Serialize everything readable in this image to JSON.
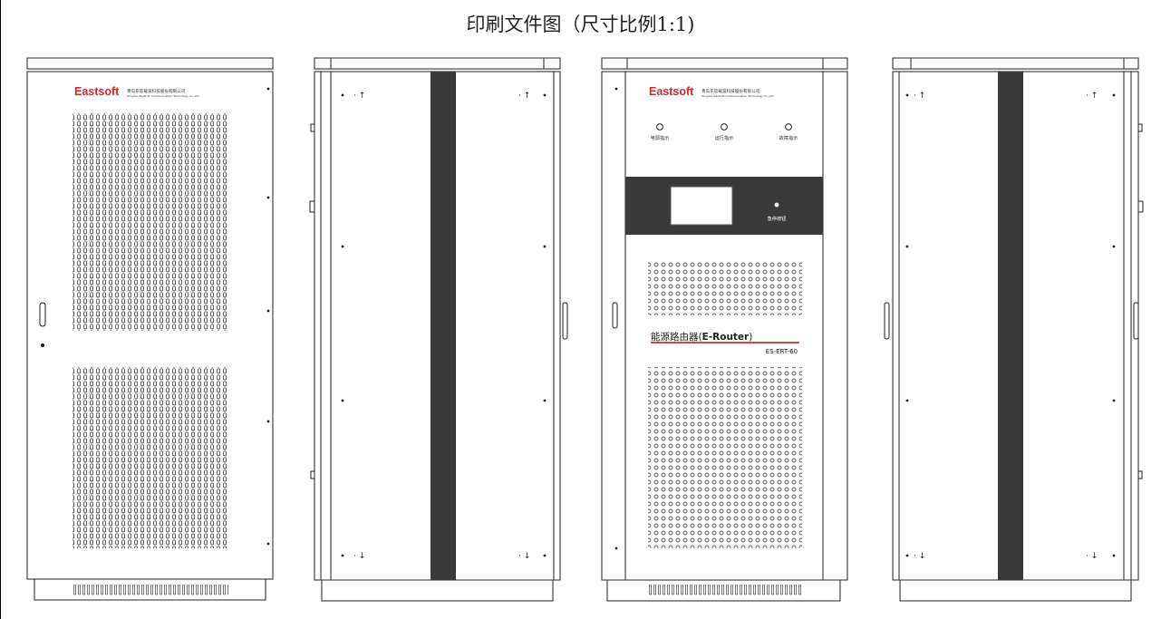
{
  "title": "印刷文件图（尺寸比例1:1)",
  "brand": {
    "logo_text": "Eastsoft",
    "company_cn": "青岛东软载波科技股份有限公司",
    "company_en": "Qingdao Eastsoft Communication Technology Co.,Ltd.",
    "color": "#d02a2a"
  },
  "indicators": [
    {
      "label": "电源指示"
    },
    {
      "label": "运行指示"
    },
    {
      "label": "故障指示"
    }
  ],
  "button": {
    "label": "急停按钮"
  },
  "product": {
    "name_cn": "能源路由器",
    "name_en": "E-Router",
    "model": "ES-ERT-60"
  },
  "colors": {
    "panel": "#3a3a3a",
    "line": "#222222",
    "accent_line": "#d02a2a"
  }
}
